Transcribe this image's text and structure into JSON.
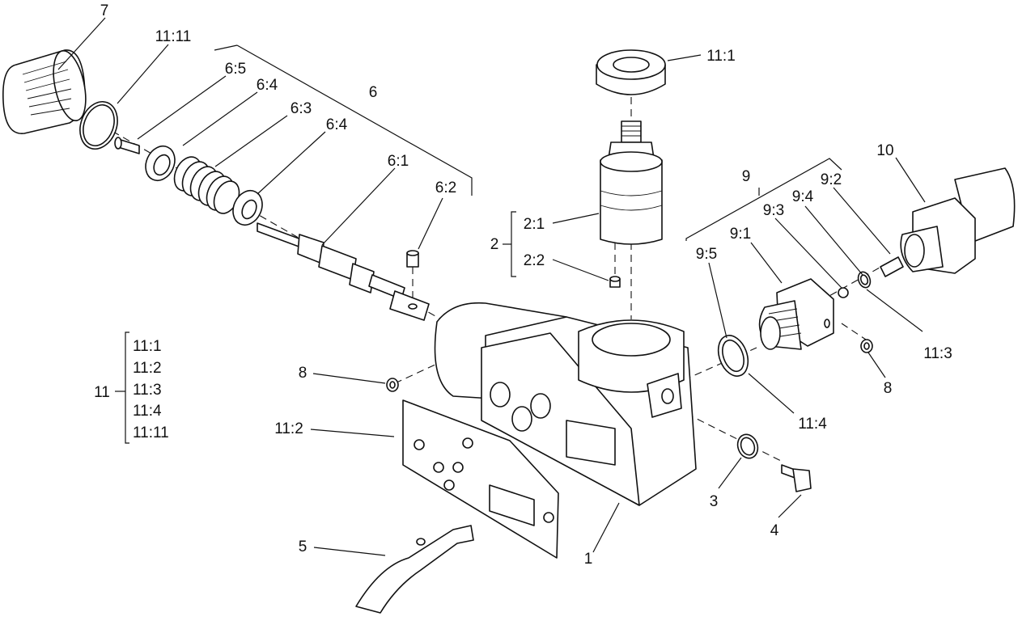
{
  "callouts": {
    "c7": "7",
    "c11_11": "11:11",
    "c6_5": "6:5",
    "c6_4a": "6:4",
    "c6_3": "6:3",
    "c6_4b": "6:4",
    "c6": "6",
    "c6_1": "6:1",
    "c6_2": "6:2",
    "c11_1": "11:1",
    "c2": "2",
    "c2_1": "2:1",
    "c2_2": "2:2",
    "c9": "9",
    "c9_2": "9:2",
    "c9_4": "9:4",
    "c9_3": "9:3",
    "c9_1": "9:1",
    "c9_5": "9:5",
    "c10": "10",
    "c11_3": "11:3",
    "c8_right": "8",
    "c8_left": "8",
    "c11_4": "11:4",
    "c11_2": "11:2",
    "c3": "3",
    "c4": "4",
    "c5": "5",
    "c1": "1"
  },
  "kit_legend": {
    "label": "11",
    "items": [
      "11:1",
      "11:2",
      "11:3",
      "11:4",
      "11:11"
    ]
  }
}
